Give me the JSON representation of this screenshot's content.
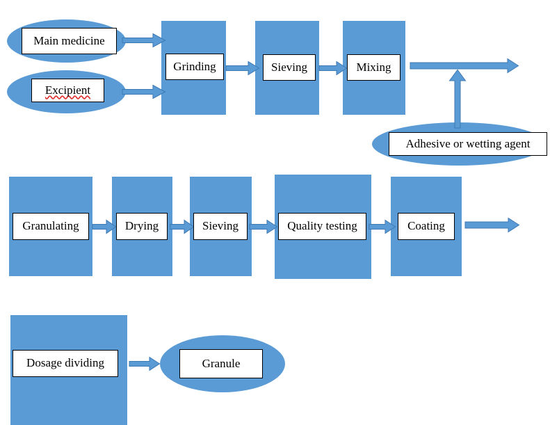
{
  "diagram": {
    "title": "Granule manufacturing process flowchart",
    "colors": {
      "shape_fill": "#5B9BD5",
      "arrow_fill": "#5B9BD5",
      "arrow_stroke": "#3C78B4",
      "label_box_fill": "#FFFFFF",
      "label_box_border": "#000000",
      "text": "#000000",
      "spellcheck_underline": "#E03030",
      "background": "#FFFFFF"
    },
    "rows": [
      {
        "id": "row-1",
        "nodes": [
          {
            "id": "main-medicine",
            "label": "Main medicine",
            "shape": "ellipse",
            "misspelled": false
          },
          {
            "id": "excipient",
            "label": "Excipient",
            "shape": "ellipse",
            "misspelled": true
          },
          {
            "id": "grinding",
            "label": "Grinding",
            "shape": "rectangle",
            "misspelled": false
          },
          {
            "id": "sieving-1",
            "label": "Sieving",
            "shape": "rectangle",
            "misspelled": false
          },
          {
            "id": "mixing",
            "label": "Mixing",
            "shape": "rectangle",
            "misspelled": false
          },
          {
            "id": "adhesive",
            "label": "Adhesive or wetting agent",
            "shape": "ellipse",
            "misspelled": false
          }
        ]
      },
      {
        "id": "row-2",
        "nodes": [
          {
            "id": "granulating",
            "label": "Granulating",
            "shape": "rectangle",
            "misspelled": false
          },
          {
            "id": "drying",
            "label": "Drying",
            "shape": "rectangle",
            "misspelled": false
          },
          {
            "id": "sieving-2",
            "label": "Sieving",
            "shape": "rectangle",
            "misspelled": false
          },
          {
            "id": "quality-testing",
            "label": "Quality testing",
            "shape": "rectangle",
            "misspelled": false
          },
          {
            "id": "coating",
            "label": "Coating",
            "shape": "rectangle",
            "misspelled": false
          }
        ]
      },
      {
        "id": "row-3",
        "nodes": [
          {
            "id": "dosage-dividing",
            "label": "Dosage dividing",
            "shape": "rectangle",
            "misspelled": false
          },
          {
            "id": "granule",
            "label": "Granule",
            "shape": "ellipse",
            "misspelled": false
          }
        ]
      }
    ],
    "connectors": [
      {
        "id": "main-medicine-to-grinding",
        "from": "main-medicine",
        "to": "grinding",
        "direction": "right"
      },
      {
        "id": "excipient-to-grinding",
        "from": "excipient",
        "to": "grinding",
        "direction": "right"
      },
      {
        "id": "grinding-to-sieving",
        "from": "grinding",
        "to": "sieving-1",
        "direction": "right"
      },
      {
        "id": "sieving-to-mixing",
        "from": "sieving-1",
        "to": "mixing",
        "direction": "right"
      },
      {
        "id": "mixing-to-next-row",
        "from": "mixing",
        "to": "granulating",
        "direction": "right"
      },
      {
        "id": "adhesive-to-mixing-flow",
        "from": "adhesive",
        "to": "mixing-to-next-row",
        "direction": "up"
      },
      {
        "id": "granulating-to-drying",
        "from": "granulating",
        "to": "drying",
        "direction": "right"
      },
      {
        "id": "drying-to-sieving",
        "from": "drying",
        "to": "sieving-2",
        "direction": "right"
      },
      {
        "id": "sieving-to-quality-testing",
        "from": "sieving-2",
        "to": "quality-testing",
        "direction": "right"
      },
      {
        "id": "quality-testing-to-coating",
        "from": "quality-testing",
        "to": "coating",
        "direction": "right"
      },
      {
        "id": "coating-to-next-row",
        "from": "coating",
        "to": "dosage-dividing",
        "direction": "right"
      },
      {
        "id": "dosage-dividing-to-granule",
        "from": "dosage-dividing",
        "to": "granule",
        "direction": "right"
      }
    ]
  }
}
